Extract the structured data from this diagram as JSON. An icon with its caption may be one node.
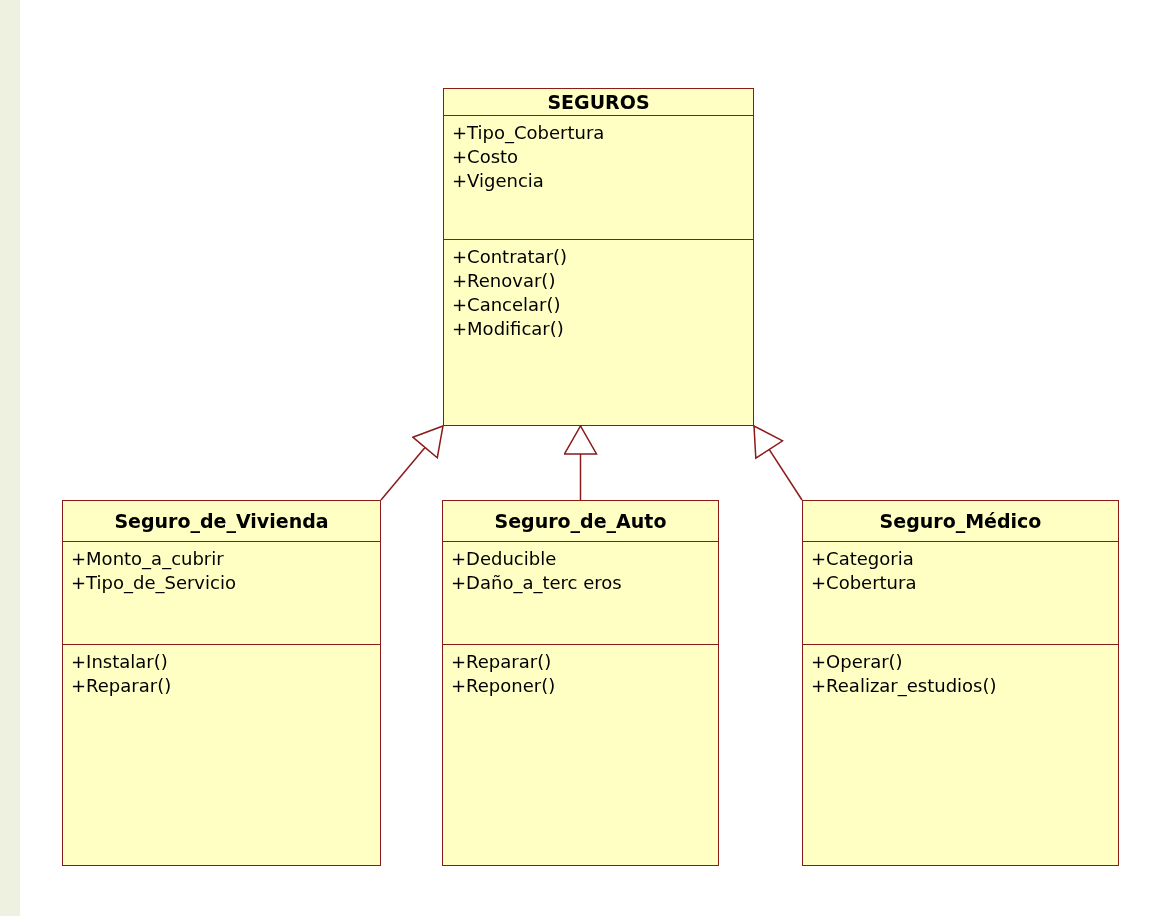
{
  "diagram": {
    "nodes": [
      {
        "text": [
          "SEGUROS"
        ]
      },
      {
        "text": [
          "+Tipo_Cobertura",
          "+Costo",
          "+Vigencia"
        ],
        "in": 0
      },
      {
        "text": [
          "+Contratar()",
          "+Renovar()",
          "+Cancelar()",
          "+Modificar()"
        ],
        "in": 0
      },
      {
        "text": [
          "Seguro_de_Vivienda"
        ]
      },
      {
        "text": [
          "+Monto_a_cubrir",
          "+Tipo_de_Servicio"
        ],
        "in": 3
      },
      {
        "text": [
          "+Instalar()",
          "+Reparar()"
        ],
        "in": 3
      },
      {
        "text": [
          "Seguro_de_Auto"
        ]
      },
      {
        "text": [
          "+Deducible",
          "+Daño_a_terc eros"
        ],
        "in": 6
      },
      {
        "text": [
          "+Reparar()",
          "+Reponer()"
        ],
        "in": 6
      },
      {
        "text": [
          "Seguro_Médico"
        ]
      },
      {
        "text": [
          "+Categoria",
          "+Cobertura"
        ],
        "in": 9
      },
      {
        "text": [
          "+Operar()",
          "+Realizar_estudios()"
        ],
        "in": 9
      }
    ],
    "edges": [
      {
        "from": 3,
        "to": 0,
        "arrow": "to"
      },
      {
        "from": 6,
        "to": 0,
        "arrow": "to"
      },
      {
        "from": 9,
        "to": 0,
        "arrow": "to"
      }
    ]
  }
}
